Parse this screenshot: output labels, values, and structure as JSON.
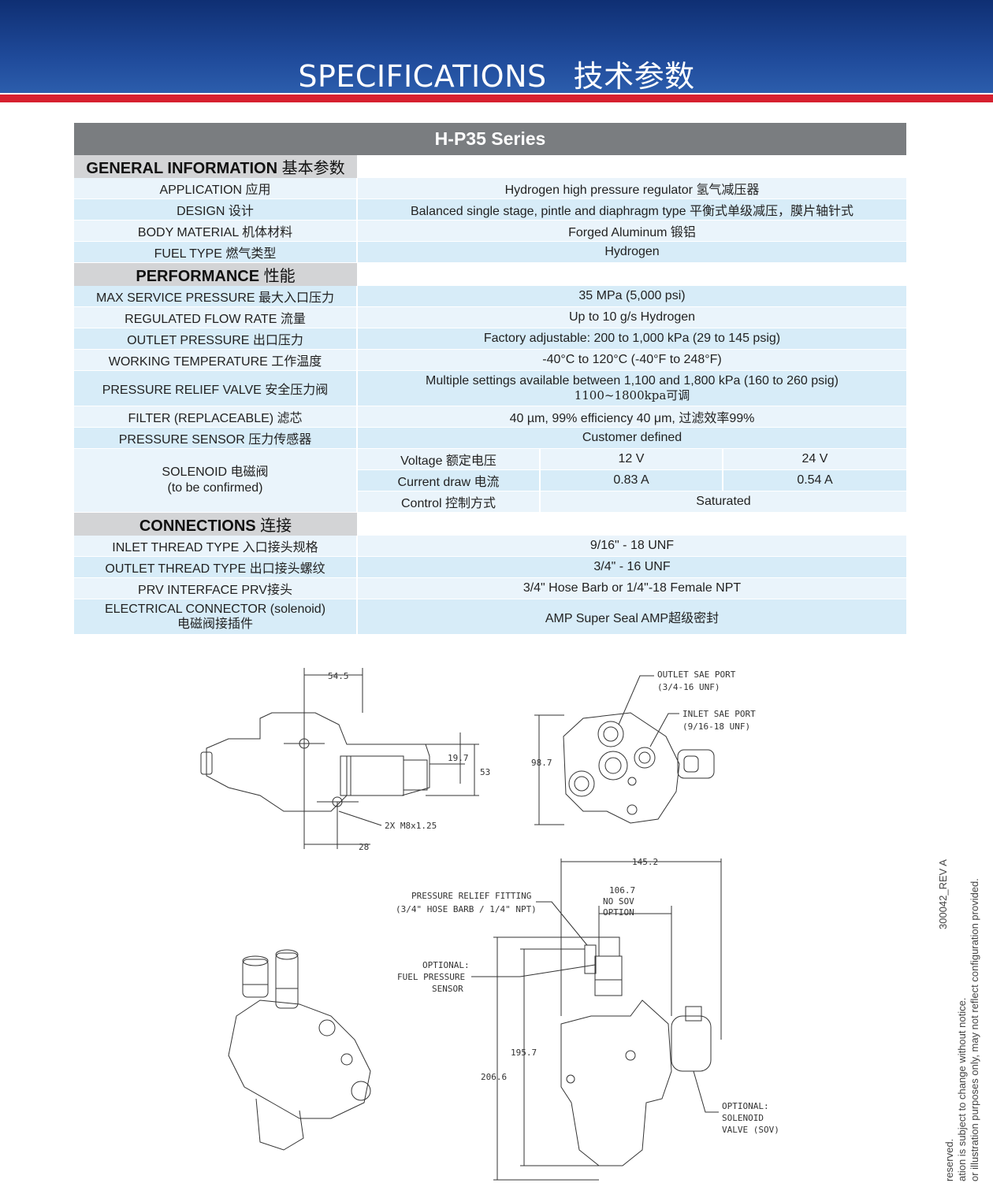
{
  "header": {
    "title_en": "SPECIFICATIONS",
    "title_cn": "技术参数"
  },
  "table": {
    "series": "H-P35 Series",
    "general": {
      "title_en": "GENERAL INFORMATION",
      "title_cn": "基本参数",
      "rows": [
        {
          "label": "APPLICATION 应用",
          "value": "Hydrogen high pressure regulator   氢气减压器"
        },
        {
          "label": "DESIGN 设计",
          "value": "Balanced single stage, pintle and diaphragm type   平衡式单级减压，膜片轴针式"
        },
        {
          "label": "BODY MATERIAL 机体材料",
          "value": "Forged Aluminum   锻铝"
        },
        {
          "label": "FUEL TYPE 燃气类型",
          "value": "Hydrogen"
        }
      ]
    },
    "performance": {
      "title_en": "PERFORMANCE",
      "title_cn": "性能",
      "rows": [
        {
          "label": "MAX SERVICE PRESSURE 最大入口压力",
          "value": "35 MPa (5,000 psi)"
        },
        {
          "label": "REGULATED FLOW RATE 流量",
          "value": "Up to 10 g/s Hydrogen"
        },
        {
          "label": "OUTLET PRESSURE 出口压力",
          "value": "Factory adjustable: 200 to 1,000 kPa (29 to 145 psig)"
        },
        {
          "label": "WORKING TEMPERATURE 工作温度",
          "value": "-40°C to 120°C (-40°F to 248°F)"
        }
      ],
      "prv": {
        "label": "PRESSURE RELIEF VALVE 安全压力阀",
        "value1": "Multiple settings available between 1,100 and 1,800 kPa (160 to 260 psig)",
        "value2": "1100~1800kpa可调"
      },
      "filter": {
        "label": "FILTER (REPLACEABLE) 滤芯",
        "value": "40 µm, 99% efficiency   40 μm, 过滤效率99%"
      },
      "sensor": {
        "label": "PRESSURE SENSOR 压力传感器",
        "value": "Customer defined"
      },
      "solenoid": {
        "label1": "SOLENOID 电磁阀",
        "label2": "(to be confirmed)",
        "voltage": {
          "label": "Voltage   额定电压",
          "v1": "12 V",
          "v2": "24 V"
        },
        "current": {
          "label": "Current draw   电流",
          "v1": "0.83 A",
          "v2": "0.54 A"
        },
        "control": {
          "label": "Control   控制方式",
          "value": "Saturated"
        }
      }
    },
    "connections": {
      "title_en": "CONNECTIONS",
      "title_cn": "连接",
      "rows": [
        {
          "label": "INLET THREAD TYPE  入口接头规格",
          "value": "9/16\" - 18 UNF"
        },
        {
          "label": "OUTLET THREAD TYPE  出口接头螺纹",
          "value": "3/4\" - 16 UNF"
        },
        {
          "label": "PRV INTERFACE  PRV接头",
          "value": "3/4\" Hose Barb or 1/4\"-18 Female NPT"
        }
      ],
      "electrical": {
        "label1": "ELECTRICAL CONNECTOR (solenoid)",
        "label2": "电磁阀接插件",
        "value": "AMP Super Seal   AMP超级密封"
      }
    }
  },
  "drawing": {
    "dim_545": "54.5",
    "dim_197": "19.7",
    "dim_53": "53",
    "dim_2xm8": "2X M8x1.25",
    "dim_28": "28",
    "dim_987": "98.7",
    "outlet_port_1": "OUTLET SAE PORT",
    "outlet_port_2": "(3/4-16 UNF)",
    "inlet_port_1": "INLET SAE PORT",
    "inlet_port_2": "(9/16-18 UNF)",
    "dim_1452": "145.2",
    "dim_1067_1": "106.7",
    "dim_1067_2": "NO SOV",
    "dim_1067_3": "OPTION",
    "prv_fit_1": "PRESSURE RELIEF FITTING",
    "prv_fit_2": "(3/4\" HOSE BARB / 1/4\" NPT)",
    "sensor_1": "OPTIONAL:",
    "sensor_2": "FUEL PRESSURE",
    "sensor_3": "SENSOR",
    "dim_1957": "195.7",
    "dim_2066": "206.6",
    "sov_1": "OPTIONAL:",
    "sov_2": "SOLENOID",
    "sov_3": "VALVE (SOV)"
  },
  "side": {
    "doc_id": "300042_REV A",
    "line1": "or illustration purposes only, may not reflect configuration provided.",
    "line2": "ation is subject to change without notice.",
    "line3": "reserved."
  }
}
